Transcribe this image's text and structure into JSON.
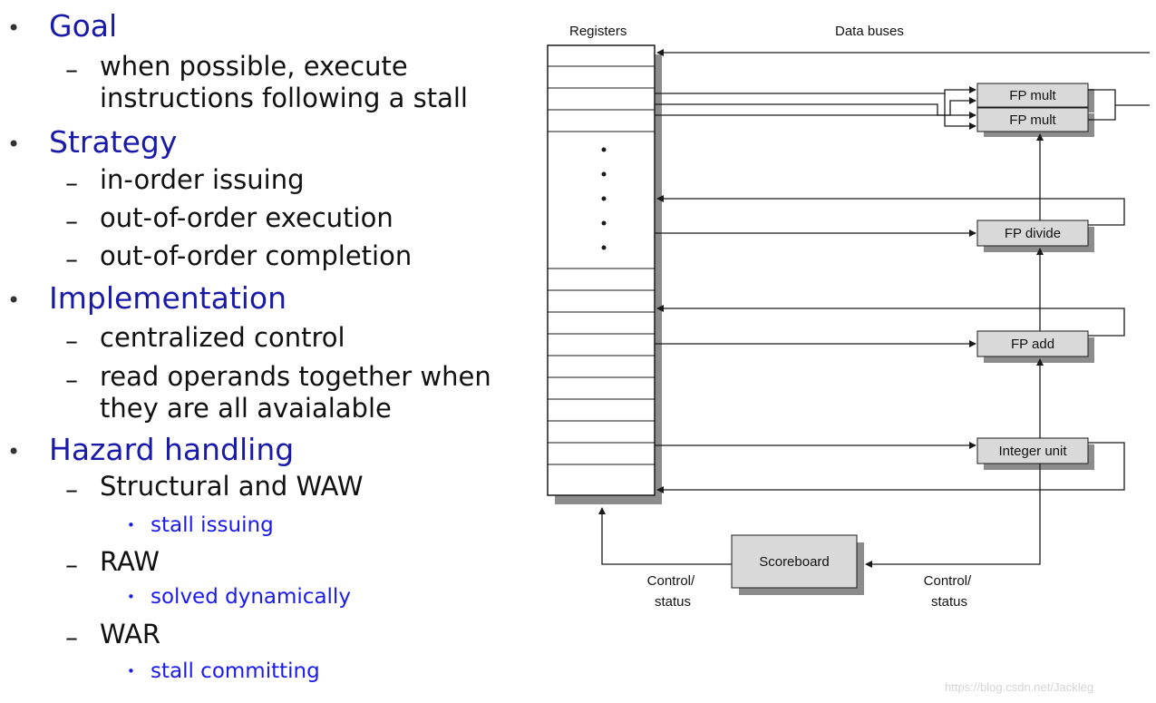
{
  "outline": [
    {
      "level": 1,
      "text": "Goal"
    },
    {
      "level": 2,
      "text": "when possible, execute\ninstructions following a stall"
    },
    {
      "level": 1,
      "text": "Strategy"
    },
    {
      "level": 2,
      "text": "in-order issuing"
    },
    {
      "level": 2,
      "text": "out-of-order execution"
    },
    {
      "level": 2,
      "text": "out-of-order completion"
    },
    {
      "level": 1,
      "text": "Implementation"
    },
    {
      "level": 2,
      "text": "centralized control"
    },
    {
      "level": 2,
      "text": "read operands together when\nthey are all avaialable"
    },
    {
      "level": 1,
      "text": "Hazard handling"
    },
    {
      "level": 2,
      "text": "Structural and WAW"
    },
    {
      "level": 3,
      "text": "stall issuing"
    },
    {
      "level": 2,
      "text": "RAW"
    },
    {
      "level": 3,
      "text": "solved dynamically"
    },
    {
      "level": 2,
      "text": "WAR"
    },
    {
      "level": 3,
      "text": "stall committing"
    }
  ],
  "diagram": {
    "registers_label": "Registers",
    "data_buses_label": "Data buses",
    "units": {
      "fp_mult_1": "FP mult",
      "fp_mult_2": "FP mult",
      "fp_divide": "FP divide",
      "fp_add": "FP add",
      "integer_unit": "Integer unit",
      "scoreboard": "Scoreboard"
    },
    "control_status_left": [
      "Control/",
      "status"
    ],
    "control_status_right": [
      "Control/",
      "status"
    ]
  },
  "watermark": "https://blog.csdn.net/Jackleg",
  "colors": {
    "level1_text": "#1a1aa8",
    "level2_text": "#111111",
    "level3_text": "#1a1aee",
    "unit_fill": "#d9d9d9",
    "shadow": "#8c8c8c",
    "line": "#1a1a1a"
  }
}
